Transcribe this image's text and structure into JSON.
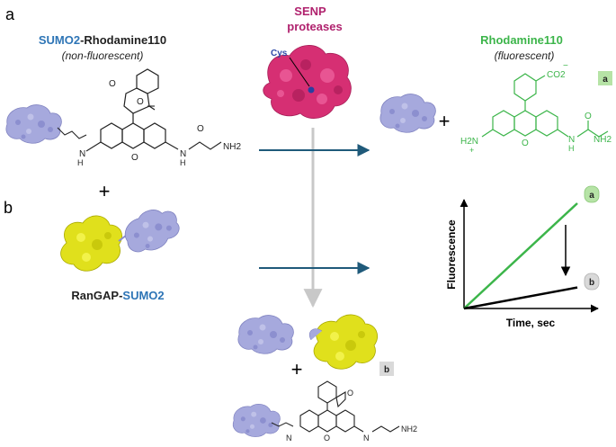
{
  "colors": {
    "sumo_blue": "#2e75b6",
    "senp_magenta": "#b0226e",
    "rhodamine_green": "#3cb54a",
    "arrow_teal": "#1f5a7a",
    "arrow_gray": "#c8c8c8",
    "sumo_protein": "#a6a9dd",
    "rangap_protein": "#e0e01c",
    "senp_protein": "#d62f73",
    "badge_green": "#b6e3a6",
    "badge_gray": "#d9d9d9"
  },
  "panels": {
    "a": "a",
    "b": "b"
  },
  "substrate_a": {
    "prefix": "SUMO2",
    "suffix": "-Rhodamine110",
    "note": "(non-fluorescent)"
  },
  "substrate_b": {
    "prefix": "RanGAP-",
    "suffix": "SUMO2"
  },
  "plus": "+",
  "enzyme": {
    "line1": "SENP",
    "line2": "proteases",
    "site": "Cys"
  },
  "product": {
    "name": "Rhodamine110",
    "note": "(fluorescent)"
  },
  "badges": {
    "a": "a",
    "b": "b"
  },
  "atoms": {
    "o": "O",
    "n": "N",
    "h": "H",
    "nh2": "NH2",
    "h2n": "H2N",
    "co2": "CO2",
    "minus": "−",
    "plus": "+"
  },
  "chart_data": {
    "type": "line",
    "xlabel": "Time, sec",
    "ylabel": "Fluorescence",
    "series": [
      {
        "name": "a",
        "color": "#3cb54a",
        "points": [
          [
            0,
            0
          ],
          [
            1,
            1
          ]
        ]
      },
      {
        "name": "b",
        "color": "#000000",
        "points": [
          [
            0,
            0
          ],
          [
            1,
            0.2
          ]
        ]
      }
    ],
    "xlim": [
      0,
      1
    ],
    "ylim": [
      0,
      1
    ],
    "grid": false,
    "annotation": "arrow from series a end down toward series b end"
  }
}
